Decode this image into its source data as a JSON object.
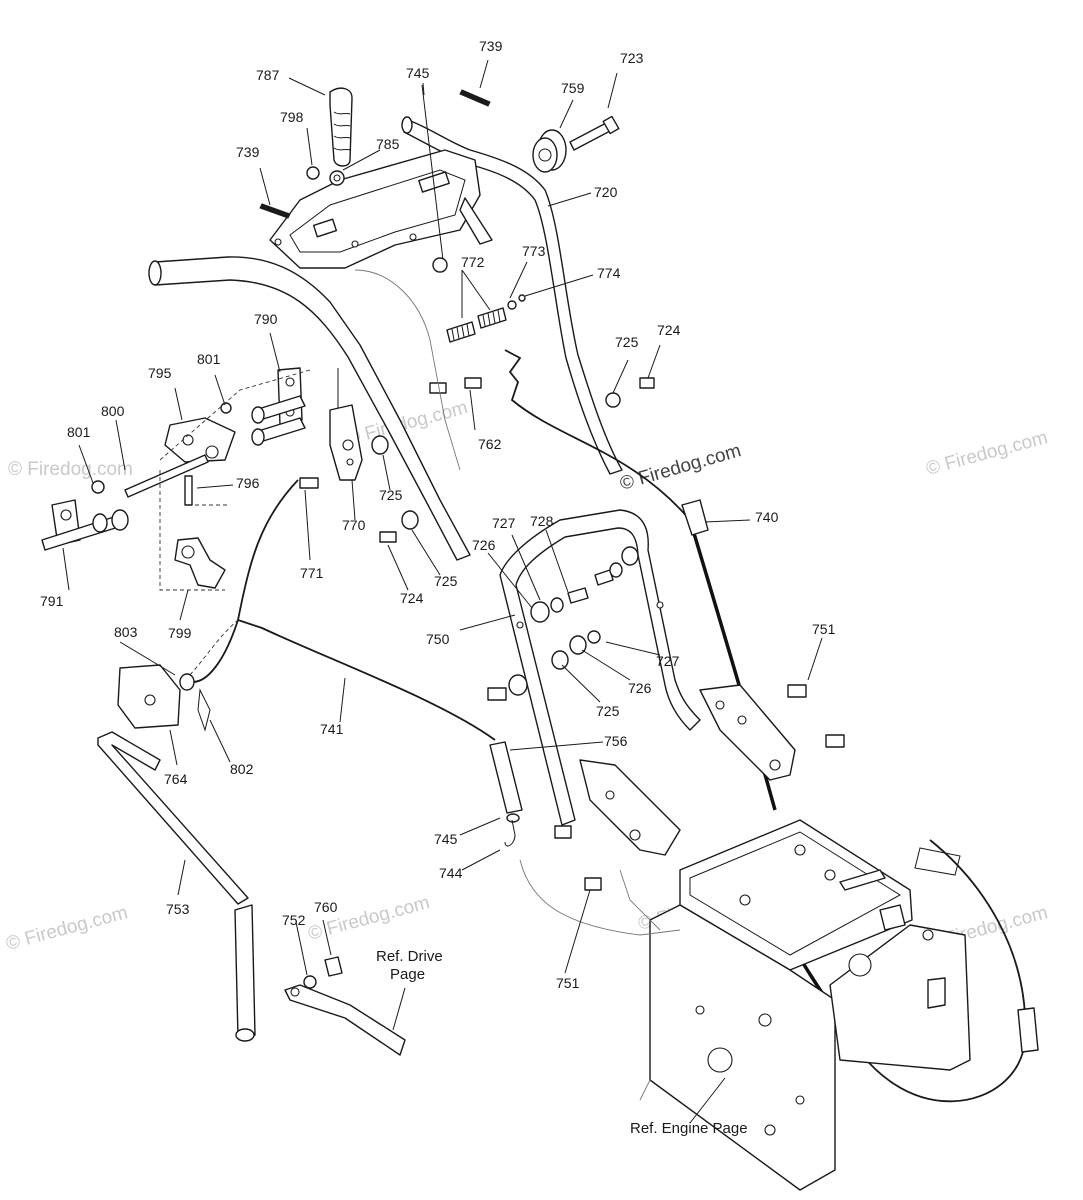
{
  "watermark": {
    "brand": "Firedog.com",
    "copyright_symbol": "©"
  },
  "references": {
    "drive_line1": "Ref. Drive",
    "drive_line2": "Page",
    "engine": "Ref. Engine Page"
  },
  "part_labels": {
    "p739a": "739",
    "p739b": "739",
    "p787": "787",
    "p745a": "745",
    "p723": "723",
    "p759": "759",
    "p798": "798",
    "p785": "785",
    "p720": "720",
    "p773": "773",
    "p772": "772",
    "p774": "774",
    "p790": "790",
    "p801a": "801",
    "p795": "795",
    "p800": "800",
    "p801b": "801",
    "p796": "796",
    "p791": "791",
    "p799": "799",
    "p725a": "725",
    "p724a": "724",
    "p762": "762",
    "p725b": "725",
    "p770": "770",
    "p771": "771",
    "p725c": "725",
    "p724b": "724",
    "p740": "740",
    "p727a": "727",
    "p728": "728",
    "p726a": "726",
    "p750": "750",
    "p727b": "727",
    "p726b": "726",
    "p725d": "725",
    "p751a": "751",
    "p803": "803",
    "p741": "741",
    "p756": "756",
    "p764": "764",
    "p802": "802",
    "p745b": "745",
    "p744": "744",
    "p753": "753",
    "p752": "752",
    "p760": "760",
    "p751b": "751"
  }
}
